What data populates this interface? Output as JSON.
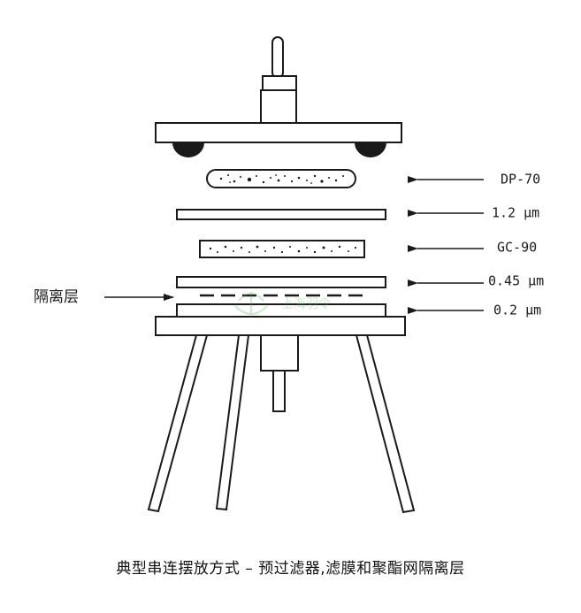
{
  "labels": {
    "dp70": "DP-70",
    "um_1_2": "1.2 μm",
    "gc90": "GC-90",
    "um_0_45": "0.45 μm",
    "um_0_2": "0.2 μm",
    "isolation_layer": "隔离层"
  },
  "watermark": {
    "text": "上海羽令"
  },
  "caption": "典型串连摆放方式  –  预过滤器,滤膜和聚酯网隔离层",
  "colors": {
    "line": "#1a1a1a",
    "watermark": "#4caf50"
  }
}
